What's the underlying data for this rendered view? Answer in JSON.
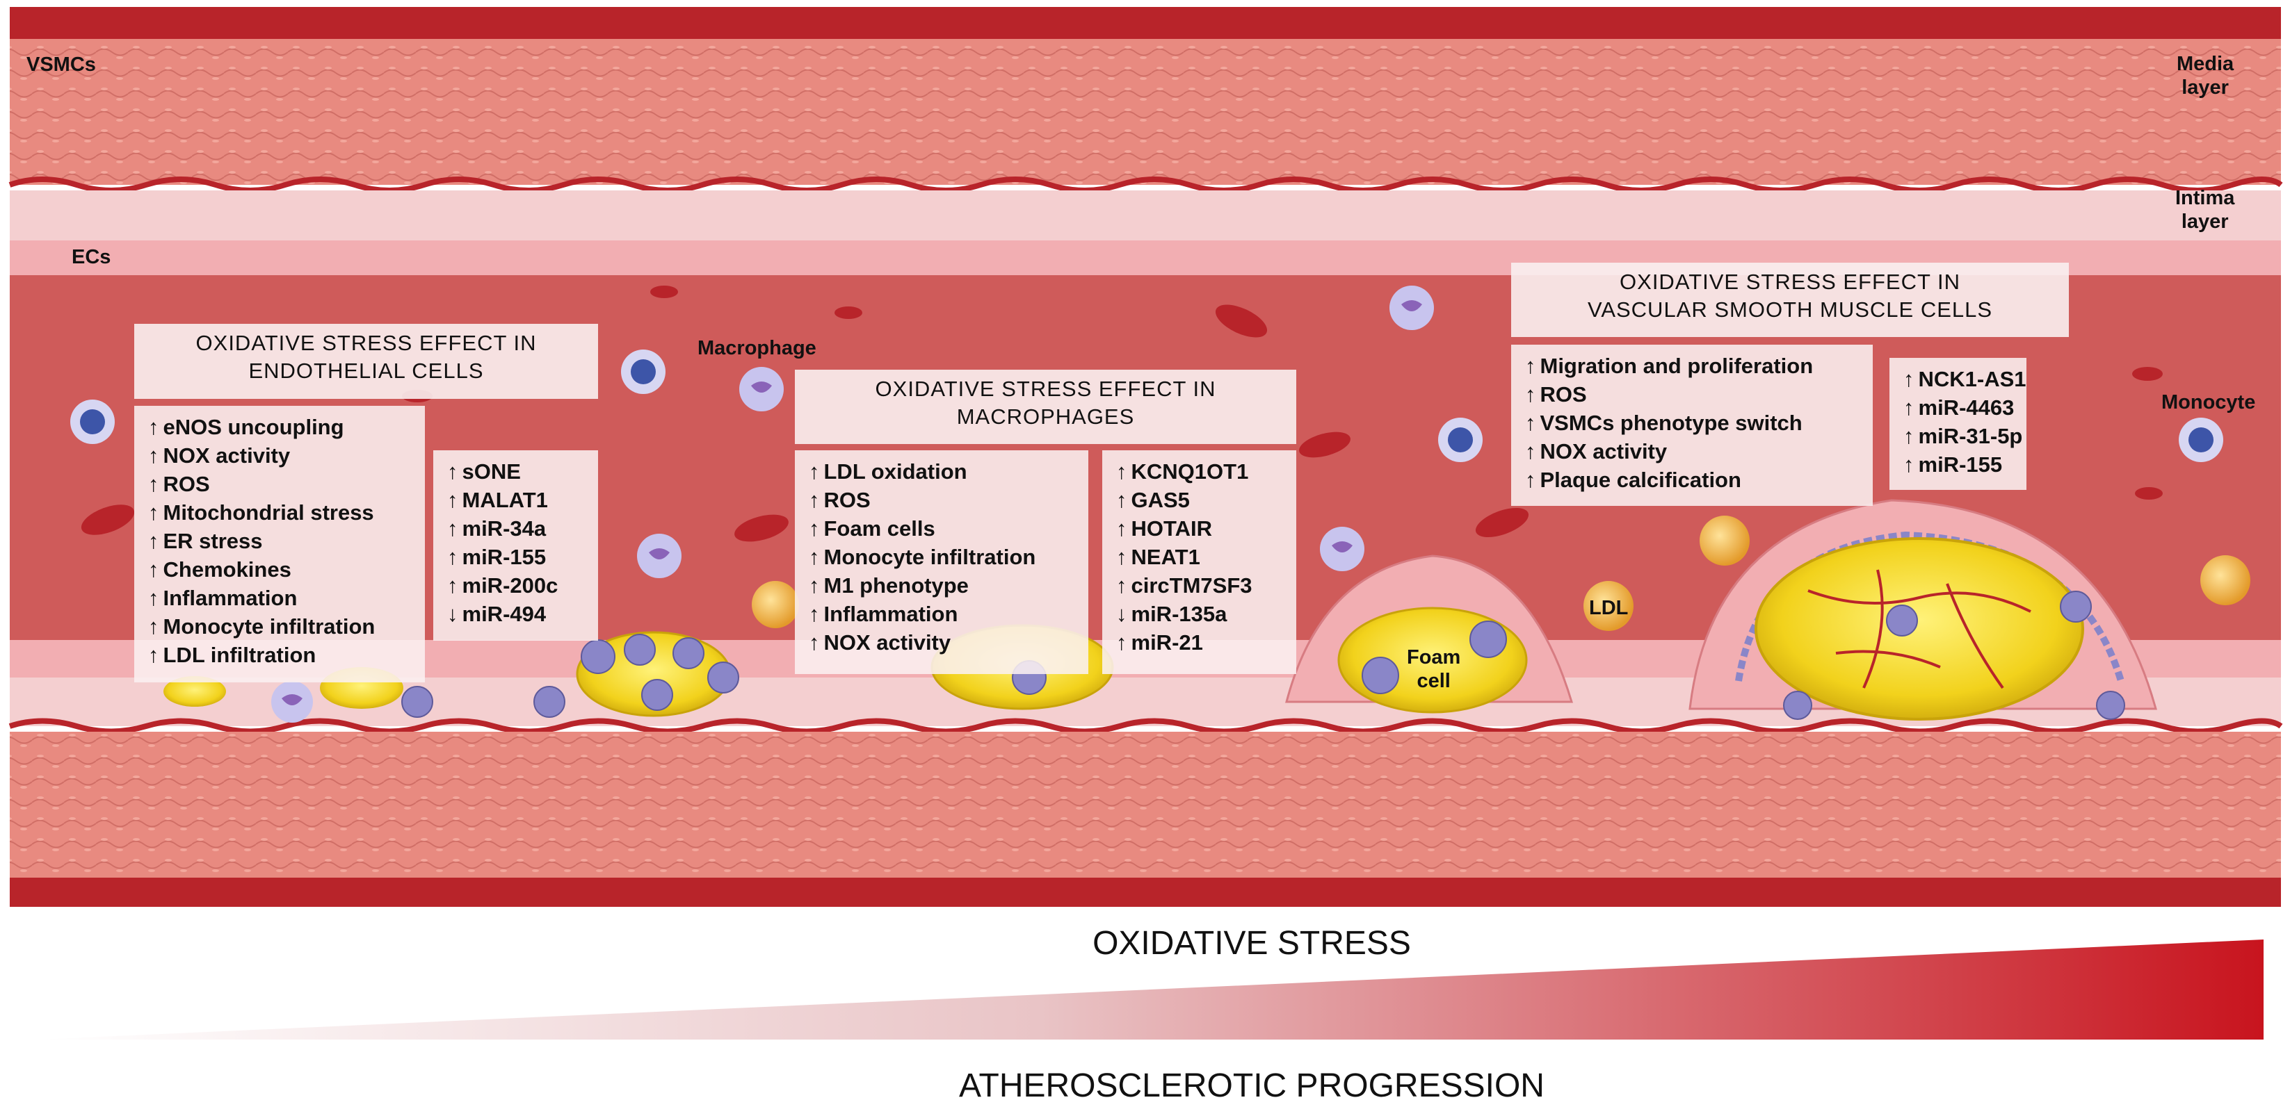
{
  "labels": {
    "vsmcs": "VSMCs",
    "media_layer": "Media\nlayer",
    "intima_layer": "Intima\nlayer",
    "ecs": "ECs",
    "macrophage": "Macrophage",
    "monocyte": "Monocyte",
    "ldl": "LDL",
    "foam_cell": "Foam\ncell"
  },
  "endothelial": {
    "title": "OXIDATIVE STRESS EFFECT IN\nENDOTHELIAL CELLS",
    "effects": [
      {
        "arrow": "↑",
        "text": "eNOS uncoupling"
      },
      {
        "arrow": "↑",
        "text": "NOX activity"
      },
      {
        "arrow": "↑",
        "text": "ROS"
      },
      {
        "arrow": "↑",
        "text": "Mitochondrial stress"
      },
      {
        "arrow": "↑",
        "text": "ER stress"
      },
      {
        "arrow": "↑",
        "text": "Chemokines"
      },
      {
        "arrow": "↑",
        "text": "Inflammation"
      },
      {
        "arrow": "↑",
        "text": "Monocyte infiltration"
      },
      {
        "arrow": "↑",
        "text": "LDL infiltration"
      }
    ],
    "rnas": [
      {
        "arrow": "↑",
        "text": "sONE"
      },
      {
        "arrow": "↑",
        "text": "MALAT1"
      },
      {
        "arrow": "↑",
        "text": "miR-34a"
      },
      {
        "arrow": "↑",
        "text": "miR-155"
      },
      {
        "arrow": "↑",
        "text": "miR-200c"
      },
      {
        "arrow": "↓",
        "text": "miR-494"
      }
    ]
  },
  "macrophages": {
    "title": "OXIDATIVE STRESS EFFECT IN\nMACROPHAGES",
    "effects": [
      {
        "arrow": "↑",
        "text": "LDL oxidation"
      },
      {
        "arrow": "↑",
        "text": "ROS"
      },
      {
        "arrow": "↑",
        "text": "Foam cells"
      },
      {
        "arrow": "↑",
        "text": "Monocyte infiltration"
      },
      {
        "arrow": "↑",
        "text": "M1 phenotype"
      },
      {
        "arrow": "↑",
        "text": "Inflammation"
      },
      {
        "arrow": "↑",
        "text": "NOX activity"
      }
    ],
    "rnas": [
      {
        "arrow": "↑",
        "text": "KCNQ1OT1"
      },
      {
        "arrow": "↑",
        "text": "GAS5"
      },
      {
        "arrow": "↑",
        "text": "HOTAIR"
      },
      {
        "arrow": "↑",
        "text": "NEAT1"
      },
      {
        "arrow": "↑",
        "text": "circTM7SF3"
      },
      {
        "arrow": "↓",
        "text": "miR-135a"
      },
      {
        "arrow": "↑",
        "text": "miR-21"
      }
    ]
  },
  "vsmc": {
    "title": "OXIDATIVE STRESS EFFECT IN\nVASCULAR SMOOTH MUSCLE CELLS",
    "effects": [
      {
        "arrow": "↑",
        "text": "Migration and proliferation"
      },
      {
        "arrow": "↑",
        "text": "ROS"
      },
      {
        "arrow": "↑",
        "text": "VSMCs phenotype switch"
      },
      {
        "arrow": "↑",
        "text": "NOX activity"
      },
      {
        "arrow": "↑",
        "text": "Plaque calcification"
      }
    ],
    "rnas": [
      {
        "arrow": "↑",
        "text": "NCK1-AS1"
      },
      {
        "arrow": "↑",
        "text": "miR-4463"
      },
      {
        "arrow": "↑",
        "text": "miR-31-5p"
      },
      {
        "arrow": "↑",
        "text": "miR-155"
      }
    ]
  },
  "gradient": {
    "oxidative_stress": "OXIDATIVE STRESS",
    "progression": "ATHEROSCLEROTIC PROGRESSION",
    "color_start": "#ffffff",
    "color_end": "#c8141e"
  },
  "colors": {
    "media": "#e8837a",
    "lumen": "#cf5b5a",
    "intima": "#f4cfd0",
    "wall_dark": "#b8242a",
    "foam_yellow": "#f2d21c",
    "cell_purple": "#8a86c8"
  }
}
